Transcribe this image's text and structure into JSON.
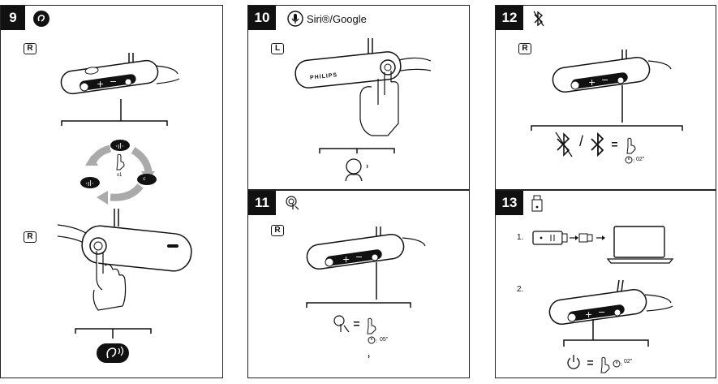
{
  "steps": [
    {
      "number": "9",
      "side": "R"
    },
    {
      "number": "10",
      "side": "L",
      "title": "Siri®/Google",
      "brand": "PHILIPS"
    },
    {
      "number": "11",
      "side": "R",
      "time": "05\""
    },
    {
      "number": "12",
      "side": "R",
      "time": "02\"",
      "slash": "/"
    },
    {
      "number": "13",
      "item1": "1.",
      "item2": "2.",
      "time": "02\""
    }
  ],
  "step9": {
    "side2": "R",
    "count": "x1"
  },
  "icon_names": [
    "hearing-assist-icon",
    "bluetooth-icon",
    "microphone-icon",
    "touch-icon",
    "timer-icon",
    "power-icon",
    "usb-dongle-icon",
    "laptop-icon",
    "voice-assistant-face-icon"
  ]
}
